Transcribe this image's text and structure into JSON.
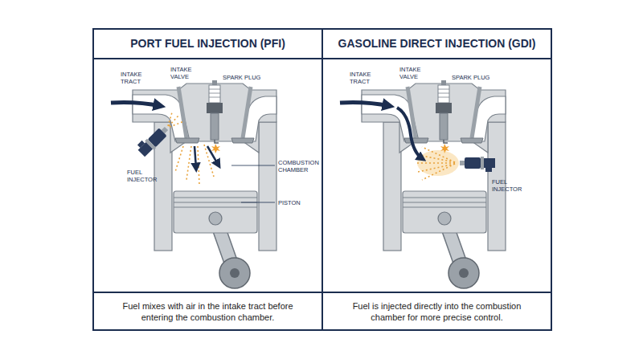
{
  "diagram": {
    "nodes": [
      {
        "text": [
          "PORT FUEL INJECTION (PFI)"
        ]
      },
      {
        "text": [
          "Fuel mixes with air in the intake tract before entering the combustion chamber."
        ],
        "in": 0
      },
      {
        "text": [
          "GASOLINE DIRECT INJECTION (GDI)"
        ]
      },
      {
        "text": [
          "Fuel is injected directly into the combustion chamber for more precise control."
        ],
        "in": 2
      }
    ],
    "labels": [
      "INTAKE TRACT",
      "INTAKE VALVE",
      "SPARK PLUG",
      "COMBUSTION CHAMBER",
      "PISTON",
      "FUEL INJECTOR",
      "INTAKE TRACT",
      "INTAKE VALVE",
      "SPARK PLUG",
      "FUEL INJECTOR"
    ]
  }
}
